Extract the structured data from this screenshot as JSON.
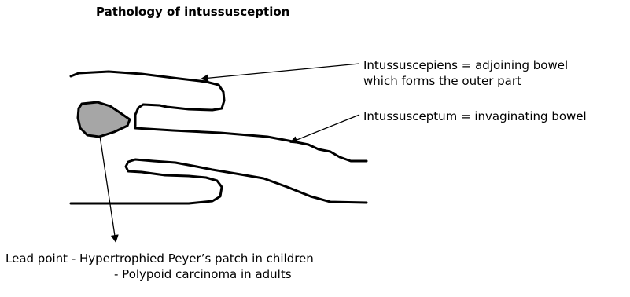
{
  "title": "Pathology of intussusception",
  "labels": {
    "intussuscepiens": {
      "line1": "Intussuscepiens = adjoining bowel",
      "line2": "which forms the outer part"
    },
    "intussusceptum": {
      "line1": "Intussusceptum = invaginating bowel"
    },
    "lead_point": {
      "line1": "Lead point - Hypertrophied Peyer’s patch in children",
      "line2": "- Polypoid carcinoma in adults"
    }
  },
  "colors": {
    "stroke": "#000000",
    "lead_point_fill": "#a6a6a6",
    "background": "#ffffff"
  }
}
